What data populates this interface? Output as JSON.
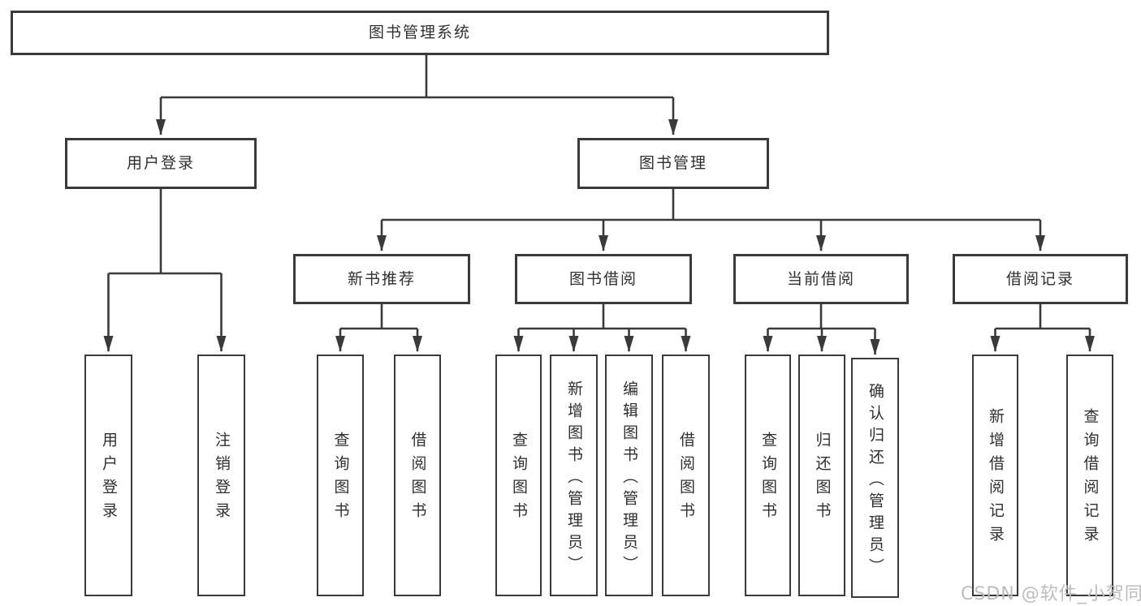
{
  "diagram": {
    "title": "图书管理系统",
    "watermark": "CSDN @软件_小贺同学",
    "colors": {
      "line": "#3a3a3a",
      "box_border": "#3a3a3a",
      "text": "#2f2f2f",
      "background": "#ffffff",
      "watermark": "#bcbcbc"
    },
    "tree": {
      "label": "图书管理系统",
      "children": [
        {
          "label": "用户登录",
          "children": [
            {
              "label": "用户登录"
            },
            {
              "label": "注销登录"
            }
          ]
        },
        {
          "label": "图书管理",
          "children": [
            {
              "label": "新书推荐",
              "children": [
                {
                  "label": "查询图书"
                },
                {
                  "label": "借阅图书"
                }
              ]
            },
            {
              "label": "图书借阅",
              "children": [
                {
                  "label": "查询图书"
                },
                {
                  "label": "新增图书（管理员）"
                },
                {
                  "label": "编辑图书（管理员）"
                },
                {
                  "label": "借阅图书"
                }
              ]
            },
            {
              "label": "当前借阅",
              "children": [
                {
                  "label": "查询图书"
                },
                {
                  "label": "归还图书"
                },
                {
                  "label": "确认归还（管理员）"
                }
              ]
            },
            {
              "label": "借阅记录",
              "children": [
                {
                  "label": "新增借阅记录"
                },
                {
                  "label": "查询借阅记录"
                }
              ]
            }
          ]
        }
      ]
    }
  }
}
